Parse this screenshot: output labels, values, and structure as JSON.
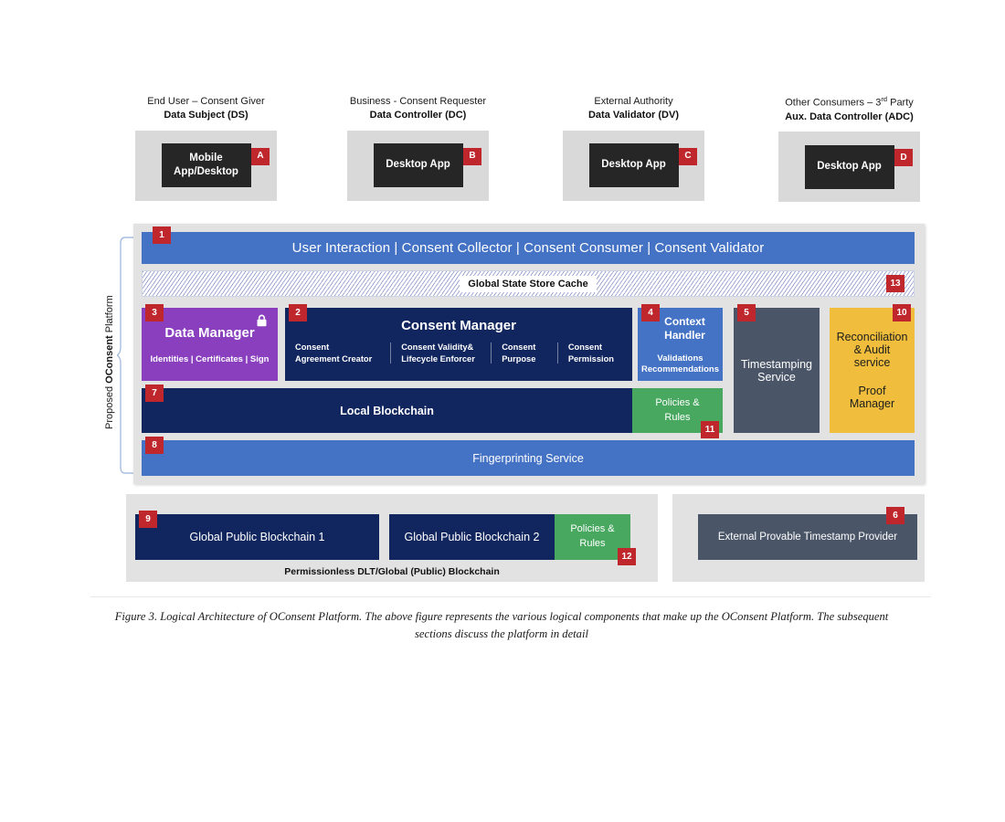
{
  "figure": {
    "caption": "Figure 3. Logical Architecture of OConsent Platform. The above figure represents the various logical components that make up the OConsent Platform. The subsequent sections discuss the platform in detail"
  },
  "actors": [
    {
      "role_line": "End User – Consent Giver",
      "role_name": "Data Subject (DS)",
      "app_label": "Mobile\nApp/Desktop",
      "badge": "A"
    },
    {
      "role_line": "Business - Consent Requester",
      "role_name": "Data Controller (DC)",
      "app_label": "Desktop App",
      "badge": "B"
    },
    {
      "role_line": "External Authority",
      "role_name": "Data Validator (DV)",
      "app_label": "Desktop App",
      "badge": "C"
    },
    {
      "role_line_pre": "Other Consumers – 3",
      "role_line_sup": "rd",
      "role_line_post": " Party",
      "role_line": "Other Consumers – 3rd Party",
      "role_name": "Aux. Data Controller (ADC)",
      "app_label": "Desktop App",
      "badge": "D"
    }
  ],
  "platform": {
    "side_label_pre": "Proposed ",
    "side_label_bold": "OConsent",
    "side_label_post": " Platform",
    "top_bar": {
      "label": "User Interaction | Consent Collector | Consent Consumer | Consent Validator",
      "badge": "1"
    },
    "cache": {
      "label": "Global State Store Cache",
      "badge": "13"
    },
    "data_manager": {
      "title": "Data Manager",
      "subtitle": "Identities | Certificates | Sign",
      "badge": "3",
      "icon": "lock-icon"
    },
    "consent_manager": {
      "title": "Consent Manager",
      "badge": "2",
      "items": [
        "Consent\nAgreement Creator",
        "Consent Validity&\nLifecycle Enforcer",
        "Consent\nPurpose",
        "Consent\nPermission"
      ]
    },
    "context_handler": {
      "title": "Context\nHandler",
      "subtitle": "Validations\nRecommendations",
      "badge": "4"
    },
    "timestamping": {
      "title": "Timestamping\nService",
      "badge": "5"
    },
    "reconciliation": {
      "title": "Reconciliation\n& Audit\nservice",
      "subtitle": "Proof\nManager",
      "badge": "10"
    },
    "local_blockchain": {
      "label": "Local Blockchain",
      "badge": "7"
    },
    "policies_rules_local": {
      "label": "Policies &\nRules",
      "badge": "11"
    },
    "fingerprinting": {
      "label": "Fingerprinting Service",
      "badge": "8"
    }
  },
  "public_group": {
    "caption": "Permissionless DLT/Global (Public) Blockchain",
    "blockchain1": {
      "label": "Global Public Blockchain 1",
      "badge": "9"
    },
    "blockchain2": {
      "label": "Global Public Blockchain 2"
    },
    "policies_rules": {
      "label": "Policies &\nRules",
      "badge": "12"
    }
  },
  "timestamp_group": {
    "provider": {
      "label": "External Provable Timestamp Provider",
      "badge": "6"
    }
  },
  "colors": {
    "blue": "#4472C4",
    "navy": "#11265E",
    "purple": "#8A3FBF",
    "green": "#48A860",
    "slate": "#4A5568",
    "amber": "#F0BE3C",
    "badge_red": "#C0272D",
    "tray_gray": "#D9D9D9",
    "app_dark": "#262626",
    "platform_gray": "#E2E2E2"
  }
}
